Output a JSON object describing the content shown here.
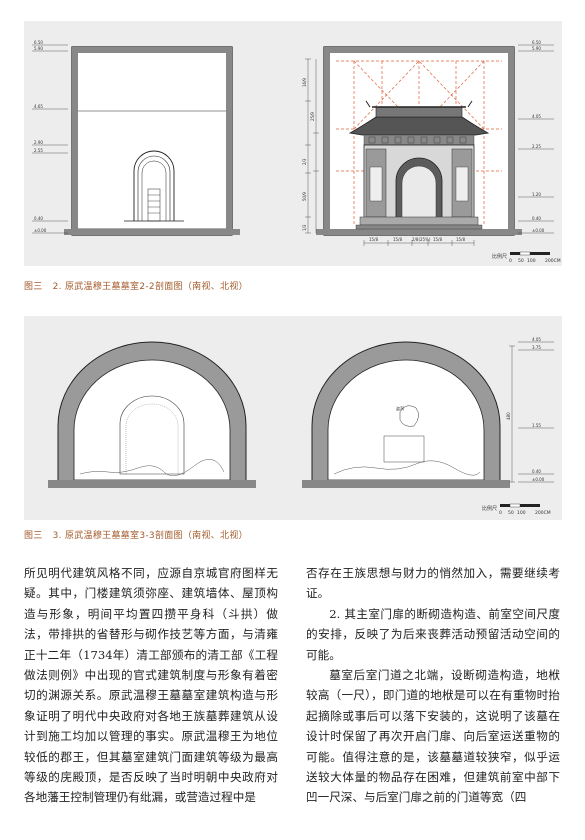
{
  "figures": [
    {
      "id": "fig2",
      "caption_number": "图三",
      "caption_text": "2. 原武温穆王墓墓室2-2剖面图（南视、北视）",
      "left_elevation_labels": [
        "6.50",
        "5.90",
        "4.65",
        "2.90",
        "2.55",
        "0.40",
        "±0.00"
      ],
      "right_elevation_labels": [
        "6.50",
        "5.90",
        "4.05",
        "2.25",
        "1.20",
        "0.40",
        "±0.00"
      ],
      "vertical_dims": [
        "16/9",
        "25/9",
        "2/3",
        "50/9",
        "1/3"
      ],
      "bottom_dims": [
        "15/8",
        "15/8",
        "2/8(25%)",
        "15/8",
        "15/8"
      ],
      "scale_label": "比例尺",
      "scale_ticks": [
        "0",
        "50",
        "100",
        "200CM"
      ]
    },
    {
      "id": "fig3",
      "caption_number": "图三",
      "caption_text": "3. 原武温穆王墓墓室3-3剖面图（南视、北视）",
      "right_elevation_labels": [
        "4.05",
        "3.75",
        "1.55",
        "0.40",
        "±0.00"
      ],
      "vertical_dims": [
        "480"
      ],
      "annotation": "盗洞",
      "scale_label": "比例尺",
      "scale_ticks": [
        "0",
        "50",
        "100",
        "200CM"
      ]
    }
  ],
  "body": {
    "left_column": "所见明代建筑风格不同，应源自京城官府图样无疑。其中，门楼建筑须弥座、建筑墙体、屋顶构造与形象，明间平均置四攒平身科（斗拱）做法，带排拱的省替形与砌作技艺等方面，与清雍正十二年（1734年）清工部颁布的清工部《工程做法则例》中出现的官式建筑制度与形象有着密切的渊源关系。原武温穆王墓墓室建筑构造与形象证明了明代中央政府对各地王族墓葬建筑从设计到施工均加以管理的事实。原武温穆王为地位较低的郡王，但其墓室建筑门面建筑等级为最高等级的庑殿顶，是否反映了当时明朝中央政府对各地藩王控制管理仍有纰漏，或营造过程中是",
    "right_para1": "否存在王族思想与财力的悄然加入，需要继续考证。",
    "right_para2": "2. 其主室门扉的断砌造构造、前室空间尺度的安排，反映了为后来丧葬活动预留活动空间的可能。",
    "right_para3": "墓室后室门道之北端，设断砌造构造，地栿较高（一尺），即门道的地栿是可以在有重物时抬起摘除或事后可以落下安装的，这说明了该墓在设计时保留了再次开启门扉、向后室运送重物的可能。值得注意的是，该墓墓道较狭窄，似乎运送较大体量的物品存在困难，但建筑前室中部下凹一尺深、与后室门扉之前的门道等宽（四"
  }
}
